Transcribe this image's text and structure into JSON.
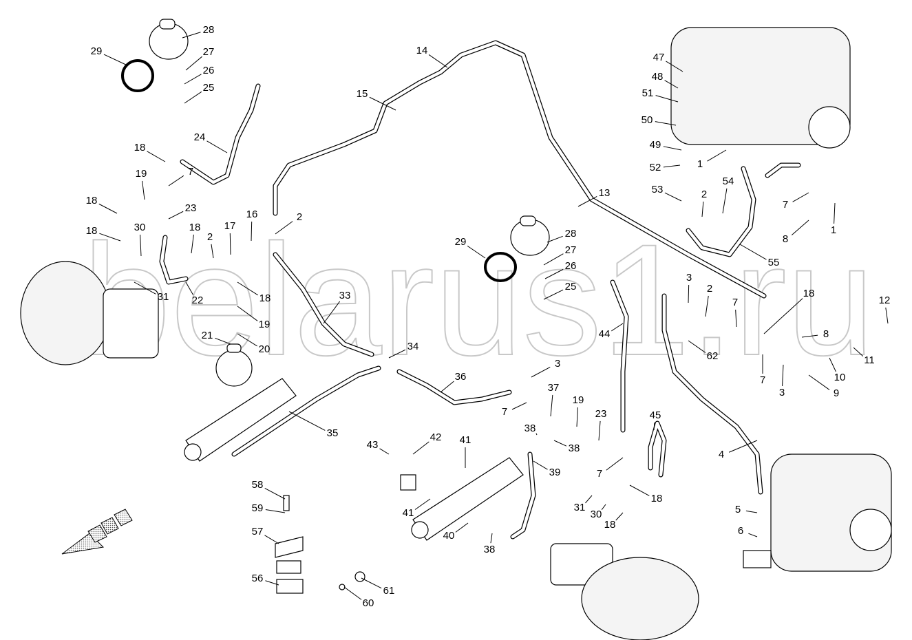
{
  "watermark": "belarus1.ru",
  "callouts": [
    "29",
    "28",
    "27",
    "26",
    "25",
    "24",
    "18",
    "19",
    "7",
    "18",
    "23",
    "18",
    "30",
    "31",
    "22",
    "18",
    "2",
    "17",
    "16",
    "2",
    "18",
    "19",
    "21",
    "20",
    "14",
    "15",
    "33",
    "34",
    "36",
    "35",
    "13",
    "28",
    "29",
    "27",
    "26",
    "25",
    "44",
    "3",
    "37",
    "19",
    "23",
    "7",
    "38",
    "38",
    "39",
    "7",
    "45",
    "18",
    "31",
    "30",
    "18",
    "42",
    "43",
    "41",
    "41",
    "40",
    "38",
    "58",
    "59",
    "57",
    "56",
    "61",
    "60",
    "47",
    "48",
    "51",
    "50",
    "49",
    "1",
    "52",
    "53",
    "2",
    "54",
    "7",
    "1",
    "8",
    "55",
    "3",
    "2",
    "7",
    "18",
    "12",
    "8",
    "11",
    "62",
    "7",
    "3",
    "10",
    "9",
    "4",
    "5",
    "6"
  ]
}
